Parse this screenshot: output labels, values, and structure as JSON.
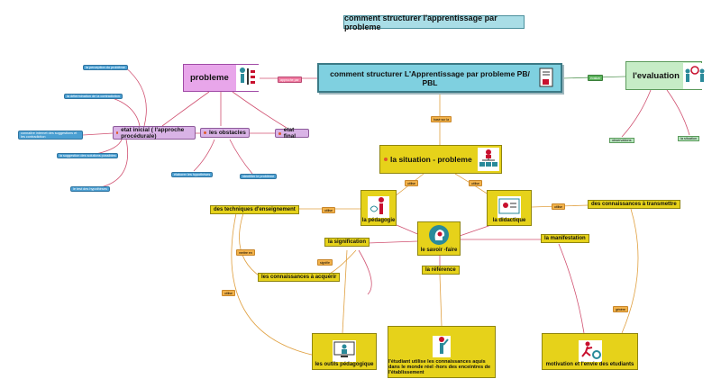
{
  "title": "comment structurer l'apprentissage par probleme",
  "main": "comment structurer L'Apprentissage par probleme PB/ PBL",
  "probleme": "probleme",
  "evaluation": "l'evaluation",
  "etat_initial": "etat inicial ( l'approche procédurale)",
  "obstacles": "les obstacles",
  "etat_final": "etat final",
  "blue_notes": {
    "b1": "la perception du problème",
    "b2": "la détermination de la contradiction",
    "b3": "connaître internet des suggestions et les contradiction",
    "b4": "la suggestion des solutions possibles",
    "b5": "le test des hypothèses",
    "b6": "élaborer les hypothèses",
    "b7": "identifier le problème"
  },
  "eval_children": {
    "observations": "observations",
    "situation": "la situation"
  },
  "situation": "la situation - probleme",
  "pedagogie": "la pédagogie",
  "didactique": "la didactique",
  "savoir_faire": "le savoir -faire",
  "techniques": "des techniques d'enseignement",
  "connaissances_transmettre": "des connaissances à transmettre",
  "signification": "la signification",
  "connaissances_acquerir": "les connaissances à acquérir",
  "manifestation": "la manifestation",
  "reference": "la référence",
  "outils": "les outils pédagogique",
  "etudiant": "l'étudiant utilise les connaissances aquis dans le monde réel -hors des enceintres de l'établissement",
  "motivation": "motivation et l'envie des etudiants",
  "tags": {
    "t_main_prob": "approche par",
    "t_main_eval": "évaluer",
    "t_main_sit": "basé sur la",
    "t_sit_ped": "utilise",
    "t_sit_did": "utilise",
    "t_ped_tech": "utilise",
    "t_did_conn": "utilise",
    "t_tech_left": "mettre en",
    "t_sig_conn": "signifie",
    "t_outils": "utilise",
    "t_motiv": "génère"
  },
  "colors": {
    "main": "#7fd0e0",
    "probleme": "#e8a6ea",
    "evaluation": "#c6ecc6",
    "yellow": "#e6d21a"
  }
}
